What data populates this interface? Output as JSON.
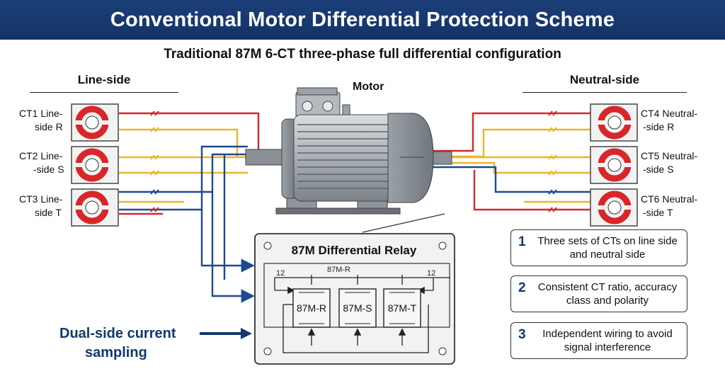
{
  "title": "Conventional Motor Differential Protection Scheme",
  "subtitle": "Traditional 87M 6-CT three-phase full differential configuration",
  "line_side": {
    "heading": "Line-side",
    "cts": [
      {
        "line1": "CT1 Line-",
        "line2": "side R"
      },
      {
        "line1": "CT2 Line-",
        "line2": "-side S"
      },
      {
        "line1": "CT3 Line-",
        "line2": "side T"
      }
    ]
  },
  "neutral_side": {
    "heading": "Neutral-side",
    "cts": [
      {
        "line1": "CT4 Neutral-",
        "line2": "-side R"
      },
      {
        "line1": "CT5 Neutral-",
        "line2": "-side S"
      },
      {
        "line1": "CT6 Neutral-",
        "line2": "-side T"
      }
    ]
  },
  "motor_label": "Motor",
  "relay": {
    "title": "87M Differential Relay",
    "elements": [
      "87M-R",
      "87M-S",
      "87M-T"
    ],
    "bus_label": "87M-R",
    "left_num": "12",
    "right_num": "12"
  },
  "dual_side": {
    "line1": "Dual-side current",
    "line2": "sampling"
  },
  "notes": [
    {
      "num": "1",
      "text": "Three sets of CTs on line side and neutral side"
    },
    {
      "num": "2",
      "text": "Consistent CT ratio, accuracy class and polarity"
    },
    {
      "num": "3",
      "text": "Independent wiring to avoid signal interference"
    }
  ],
  "colors": {
    "banner": "#1c3f78",
    "phase_r": "#d8262a",
    "phase_s": "#eab529",
    "phase_t": "#1e4a8e",
    "accent": "#14386e"
  }
}
